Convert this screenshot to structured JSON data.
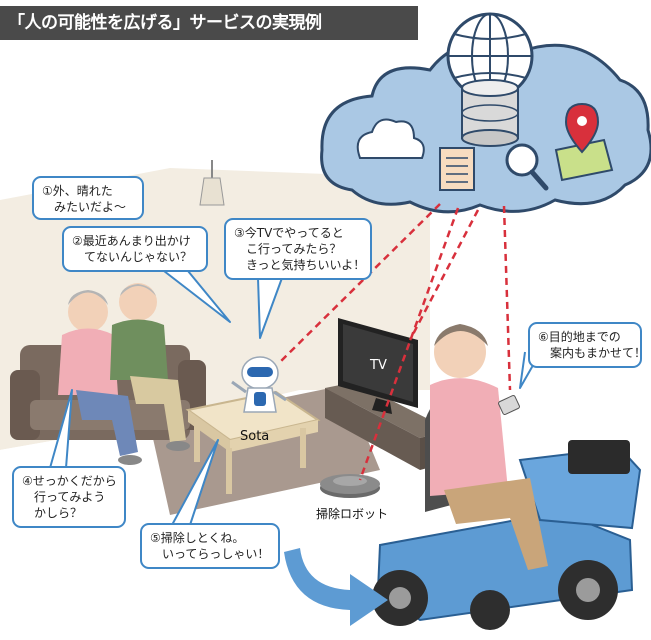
{
  "title": "「人の可能性を広げる」サービスの実現例",
  "bubbles": {
    "b1": {
      "line1": "①外、晴れた",
      "line2": "みたいだよ～"
    },
    "b2": {
      "line1": "②最近あんまり出かけ",
      "line2": "てないんじゃない？"
    },
    "b3": {
      "line1": "③今TVでやってると",
      "line2": "こ行ってみたら？",
      "line3": "きっと気持ちいいよ！"
    },
    "b4": {
      "line1": "④せっかくだから",
      "line2": "行ってみよう",
      "line3": "かしら？"
    },
    "b5": {
      "line1": "⑤掃除しとくね。",
      "line2": "いってらっしゃい！"
    },
    "b6": {
      "line1": "⑥目的地までの",
      "line2": "案内もまかせて！"
    }
  },
  "labels": {
    "tv": "TV",
    "robot": "Sota",
    "cleaner": "掃除ロボット"
  },
  "colors": {
    "bubble_border": "#3f87c6",
    "cloud_fill": "#aac8e4",
    "connection_line": "#d8303c",
    "title_bg": "#4a4a4a"
  },
  "icons": [
    "cloud-storage-icon",
    "globe-icon",
    "database-icon",
    "document-icon",
    "magnifier-icon",
    "map-pin-icon"
  ]
}
